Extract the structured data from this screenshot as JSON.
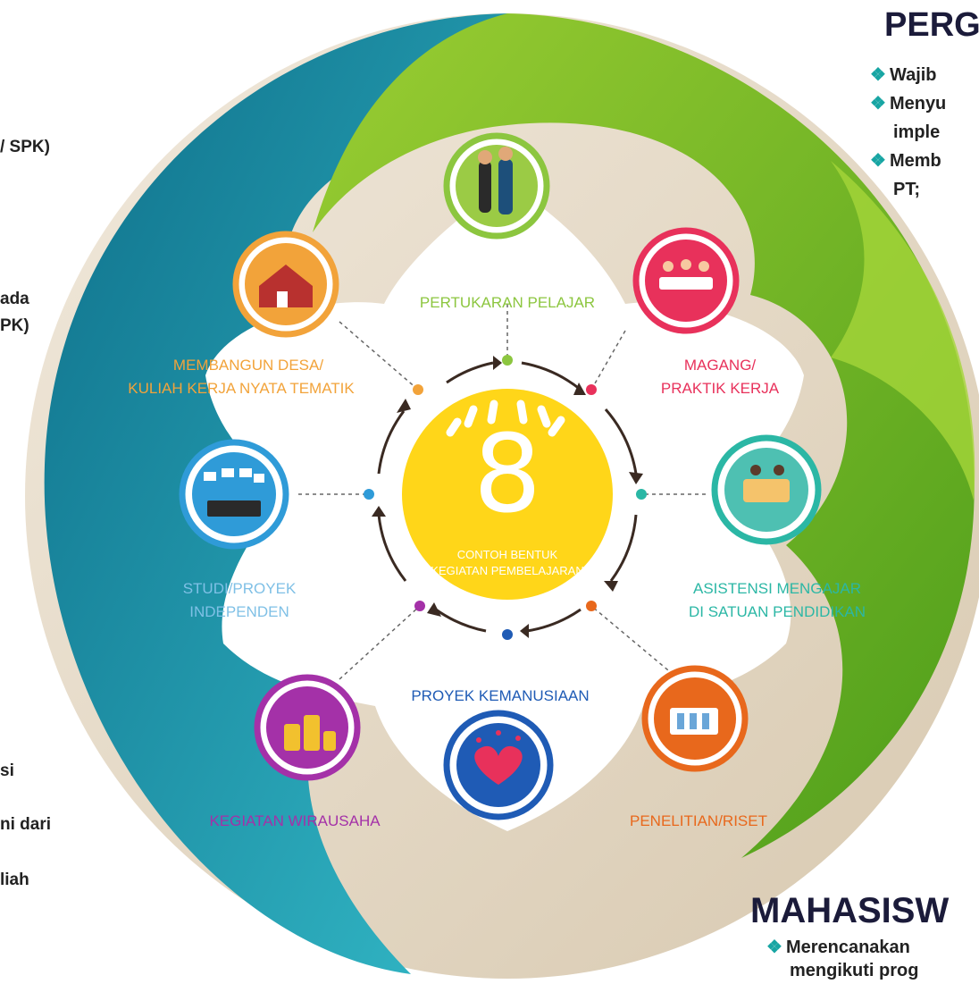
{
  "center": {
    "number": "8",
    "caption_line1": "CONTOH BENTUK",
    "caption_line2": "KEGIATAN PEMBELAJARAN",
    "color": "#FFD619"
  },
  "activities": [
    {
      "label_line1": "PERTUKARAN PELAJAR",
      "label_line2": "",
      "color": "#8CC63F",
      "icon": "students-icon"
    },
    {
      "label_line1": "MAGANG/",
      "label_line2": "PRAKTIK KERJA",
      "color": "#E8315B",
      "icon": "office-meeting-icon"
    },
    {
      "label_line1": "ASISTENSI MENGAJAR",
      "label_line2": "DI SATUAN PENDIDIKAN",
      "color": "#2BB7A5",
      "icon": "teaching-icon"
    },
    {
      "label_line1": "PENELITIAN/RISET",
      "label_line2": "",
      "color": "#E8681C",
      "icon": "laboratory-icon"
    },
    {
      "label_line1": "PROYEK KEMANUSIAAN",
      "label_line2": "",
      "color": "#1F5BB5",
      "icon": "helping-hands-heart-icon"
    },
    {
      "label_line1": "KEGIATAN WIRAUSAHA",
      "label_line2": "",
      "color": "#A431A8",
      "icon": "money-stack-icon"
    },
    {
      "label_line1": "STUDI/PROYEK",
      "label_line2": "INDEPENDEN",
      "color": "#2F9BD8",
      "icon": "workstation-icon"
    },
    {
      "label_line1": "MEMBANGUN DESA/",
      "label_line2": "KULIAH KERJA NYATA TEMATIK",
      "color": "#F2A33A",
      "icon": "village-house-icon"
    }
  ],
  "left_text": {
    "lines_top": [
      "/ SPK)",
      "",
      "ada",
      "PK)"
    ],
    "lines_bottom": [
      "si",
      "ni dari",
      "liah"
    ]
  },
  "right_text": {
    "heading_top": "PERG",
    "bullets_top": [
      {
        "mark": "❖",
        "text": "Wajib"
      },
      {
        "mark": "❖",
        "text": "Menyu"
      },
      {
        "mark": "",
        "text": "imple"
      },
      {
        "mark": "❖",
        "text": "Memb"
      },
      {
        "mark": "",
        "text": "PT;"
      }
    ],
    "heading_bottom": "MAHASISW",
    "bullets_bottom": [
      {
        "mark": "❖",
        "text": "Merencanakan"
      },
      {
        "mark": "",
        "text": "mengikuti prog"
      }
    ]
  },
  "colors": {
    "teal_swirl": "#1B8FA6",
    "green_swirl": "#7DBE1F",
    "sand_swirl": "#E6DCCB",
    "arrow": "#3a2a22",
    "heading": "#1b1b3a"
  }
}
